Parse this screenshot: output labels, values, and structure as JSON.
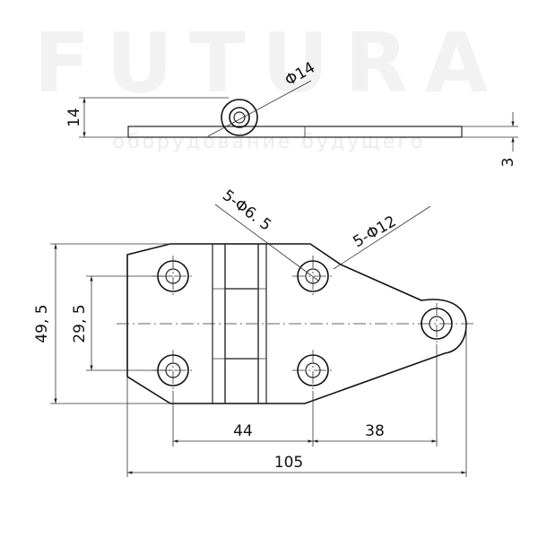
{
  "watermark": {
    "brand": "FUTURA",
    "tagline": "оборудование будущего"
  },
  "side_view": {
    "dim_height": "14",
    "dim_diameter": "Φ14",
    "dim_thickness": "3"
  },
  "top_view": {
    "dim_holes_small": "5-Φ6. 5",
    "dim_holes_large": "5-Φ12",
    "dim_overall_height": "49, 5",
    "dim_hole_spacing": "29, 5",
    "dim_width_left": "44",
    "dim_width_right": "38",
    "dim_overall_width": "105"
  }
}
